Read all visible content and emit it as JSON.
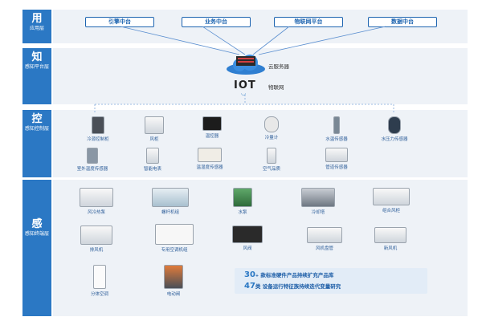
{
  "layers": {
    "app": {
      "title": "用",
      "sub": "应用层"
    },
    "know": {
      "title": "知",
      "sub": "感知平台层"
    },
    "control": {
      "title": "控",
      "sub": "感知控制层"
    },
    "sense": {
      "title": "感",
      "sub": "感知终端层"
    }
  },
  "app_platforms": [
    "引擎中台",
    "业务中台",
    "物联网平台",
    "数据中台"
  ],
  "know": {
    "cloud_label": "云服务器",
    "iot_text": "IOT",
    "iot_label": "物联网"
  },
  "control_devices": [
    {
      "label": "冷源控制柜",
      "icon": "control-cabinet-icon"
    },
    {
      "label": "风柜",
      "icon": "air-cabinet-icon"
    },
    {
      "label": "温控器",
      "icon": "thermostat-icon"
    },
    {
      "label": "冷量计",
      "icon": "cooling-meter-icon"
    },
    {
      "label": "水温传感器",
      "icon": "water-temp-sensor-icon"
    },
    {
      "label": "水压力传感器",
      "icon": "water-pressure-sensor-icon"
    },
    {
      "label": "室外温度传感器",
      "icon": "outdoor-temp-sensor-icon"
    },
    {
      "label": "智能电表",
      "icon": "smart-meter-icon"
    },
    {
      "label": "温湿度传感器",
      "icon": "humidity-sensor-icon"
    },
    {
      "label": "空气品质",
      "icon": "air-quality-icon"
    },
    {
      "label": "管道传感器",
      "icon": "pipe-sensor-icon"
    }
  ],
  "sense_devices": [
    {
      "label": "风冷热泵",
      "icon": "heat-pump-icon"
    },
    {
      "label": "螺杆机组",
      "icon": "screw-chiller-icon"
    },
    {
      "label": "水泵",
      "icon": "water-pump-icon"
    },
    {
      "label": "冷却塔",
      "icon": "cooling-tower-icon"
    },
    {
      "label": "组合风柜",
      "icon": "ahu-icon"
    },
    {
      "label": "排风机",
      "icon": "exhaust-fan-icon"
    },
    {
      "label": "专用空调机组",
      "icon": "precision-ac-icon"
    },
    {
      "label": "风阀",
      "icon": "air-valve-icon"
    },
    {
      "label": "风机盘管",
      "icon": "fan-coil-icon"
    },
    {
      "label": "新风机",
      "icon": "fresh-air-unit-icon"
    },
    {
      "label": "分体空调",
      "icon": "split-ac-icon"
    },
    {
      "label": "电动阀",
      "icon": "electric-valve-icon"
    }
  ],
  "note": {
    "line1_num": "30",
    "line1_unit": "+",
    "line1_text": "款标准硬件产品持续扩充产品库",
    "line2_num": "47",
    "line2_unit": "类",
    "line2_text": "设备运行特征族持续迭代变量研究"
  },
  "colors": {
    "accent": "#2b78c4",
    "panel": "#eef2f7",
    "text_blue": "#2f5f9a"
  }
}
